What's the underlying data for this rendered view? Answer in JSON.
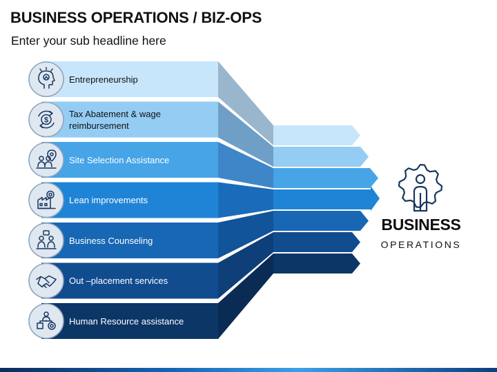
{
  "header": {
    "title": "BUSINESS OPERATIONS / BIZ-OPS",
    "subtitle": "Enter your sub headline here"
  },
  "items": [
    {
      "label": "Entrepreneurship",
      "icon": "head-lightbulb-icon",
      "band_color": "#c7e6fb",
      "fold_color": "#9ab6cd",
      "text_color": "#111111"
    },
    {
      "label": "Tax Abatement & wage reimbursement",
      "icon": "dollar-cycle-icon",
      "band_color": "#94ccf4",
      "fold_color": "#6f9fc6",
      "text_color": "#111111"
    },
    {
      "label": "Site Selection Assistance",
      "icon": "team-location-icon",
      "band_color": "#46a4e7",
      "fold_color": "#3e86c8",
      "text_color": "#ffffff"
    },
    {
      "label": "Lean improvements",
      "icon": "factory-gear-icon",
      "band_color": "#1f84d6",
      "fold_color": "#1a6cba",
      "text_color": "#ffffff"
    },
    {
      "label": "Business Counseling",
      "icon": "counseling-meeting-icon",
      "band_color": "#1767b5",
      "fold_color": "#125499",
      "text_color": "#ffffff"
    },
    {
      "label": "Out –placement services",
      "icon": "handshake-icon",
      "band_color": "#114c8f",
      "fold_color": "#0e3f78",
      "text_color": "#ffffff"
    },
    {
      "label": "Human Resource assistance",
      "icon": "hr-org-icon",
      "band_color": "#0c3666",
      "fold_color": "#0a2c54",
      "text_color": "#ffffff"
    }
  ],
  "target": {
    "title": "BUSINESS",
    "subtitle": "OPERATIONS",
    "icon": "person-gear-icon"
  },
  "colors": {
    "icon_circle_fill": "#dfe7f1",
    "icon_circle_ring": "#8ea5bd",
    "icon_stroke": "#17365d"
  }
}
